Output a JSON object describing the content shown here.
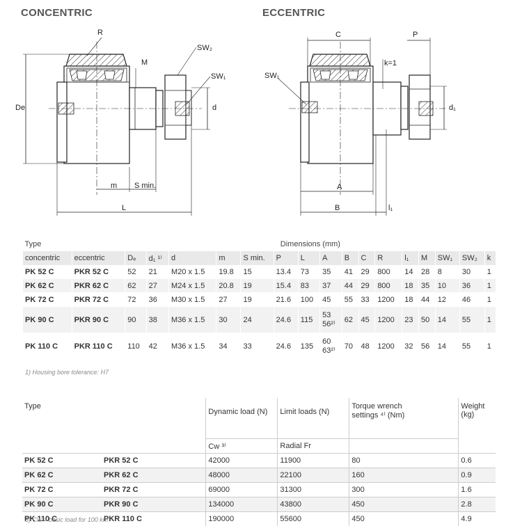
{
  "titles": {
    "concentric": "CONCENTRIC",
    "eccentric": "ECCENTRIC"
  },
  "drawing_labels": {
    "R": "R",
    "M": "M",
    "SW2": "SW₂",
    "SW1": "SW₁",
    "d": "d",
    "De": "De",
    "m": "m",
    "s_min": "S min.",
    "L": "L",
    "C": "C",
    "P": "P",
    "k": "k=1",
    "SW1_ecc": "SW₁",
    "d1": "d₁",
    "A": "A",
    "B": "B",
    "l1": "l₁"
  },
  "table1": {
    "type_label": "Type",
    "dimensions_label": "Dimensions (mm)",
    "headers": [
      "concentric",
      "eccentric",
      "Dₑ",
      "d₁ ¹⁾",
      "d",
      "m",
      "S min.",
      "P",
      "L",
      "A",
      "B",
      "C",
      "R",
      "l₁",
      "M",
      "SW₁",
      "SW₂",
      "k"
    ],
    "rows": [
      [
        "PK 52 C",
        "PKR 52 C",
        "52",
        "21",
        "M20 x 1.5",
        "19.8",
        "15",
        "13.4",
        "73",
        "35",
        "41",
        "29",
        "800",
        "14",
        "28",
        "8",
        "30",
        "1"
      ],
      [
        "PK 62 C",
        "PKR 62 C",
        "62",
        "27",
        "M24 x 1.5",
        "20.8",
        "19",
        "15.4",
        "83",
        "37",
        "44",
        "29",
        "800",
        "18",
        "35",
        "10",
        "36",
        "1"
      ],
      [
        "PK 72 C",
        "PKR 72 C",
        "72",
        "36",
        "M30 x 1.5",
        "27",
        "19",
        "21.6",
        "100",
        "45",
        "55",
        "33",
        "1200",
        "18",
        "44",
        "12",
        "46",
        "1"
      ],
      [
        "PK 90 C",
        "PKR 90 C",
        "90",
        "38",
        "M36 x 1.5",
        "30",
        "24",
        "24.6",
        "115",
        "53\n56²⁾",
        "62",
        "45",
        "1200",
        "23",
        "50",
        "14",
        "55",
        "1"
      ],
      [
        "PK 110 C",
        "PKR 110 C",
        "110",
        "42",
        "M36 x 1.5",
        "34",
        "33",
        "24.6",
        "135",
        "60\n63²⁾",
        "70",
        "48",
        "1200",
        "32",
        "56",
        "14",
        "55",
        "1"
      ]
    ],
    "footnote": "1) Housing bore tolerance: H7"
  },
  "table2": {
    "type_label": "Type",
    "dynamic_load": "Dynamic load (N)",
    "limit_loads": "Limit loads (N)",
    "torque_line1": "Torque wrench",
    "torque_line2": "settings ⁴⁾ (Nm)",
    "weight_line1": "Weight",
    "weight_line2": "(kg)",
    "cw": "Cw ³⁾",
    "radial": "Radial Fr",
    "rows": [
      [
        "PK 52 C",
        "PKR 52 C",
        "42000",
        "11900",
        "80",
        "0.6"
      ],
      [
        "PK 62 C",
        "PKR 62 C",
        "48000",
        "22100",
        "160",
        "0.9"
      ],
      [
        "PK 72 C",
        "PKR 72 C",
        "69000",
        "31300",
        "300",
        "1.6"
      ],
      [
        "PK 90 C",
        "PKR 90 C",
        "134000",
        "43800",
        "450",
        "2.8"
      ],
      [
        "PK 110 C",
        "PKR 110 C",
        "190000",
        "55600",
        "450",
        "4.9"
      ]
    ],
    "footnote": "3) Cw = basic load for 100 km"
  }
}
